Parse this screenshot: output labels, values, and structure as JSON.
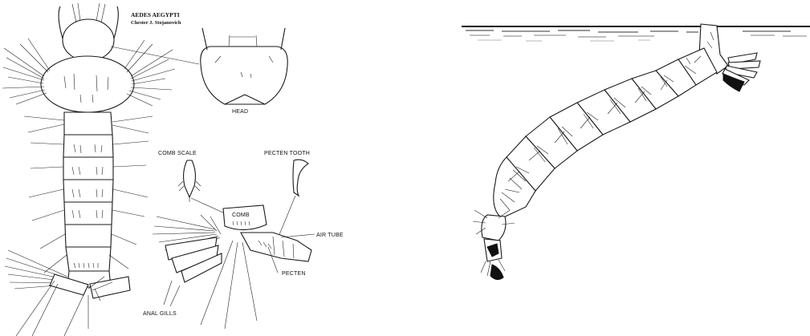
{
  "left_diagram": {
    "title": "AEDES AEGYPTI",
    "author": "Chester J. Stojanovich",
    "labels": {
      "head": "HEAD",
      "comb_scale": "COMB SCALE",
      "pecten_tooth": "PECTEN TOOTH",
      "comb": "COMB",
      "air_tube": "AIR TUBE",
      "pecten": "PECTEN",
      "anal_gills": "ANAL GILLS"
    }
  },
  "right_diagram": {}
}
